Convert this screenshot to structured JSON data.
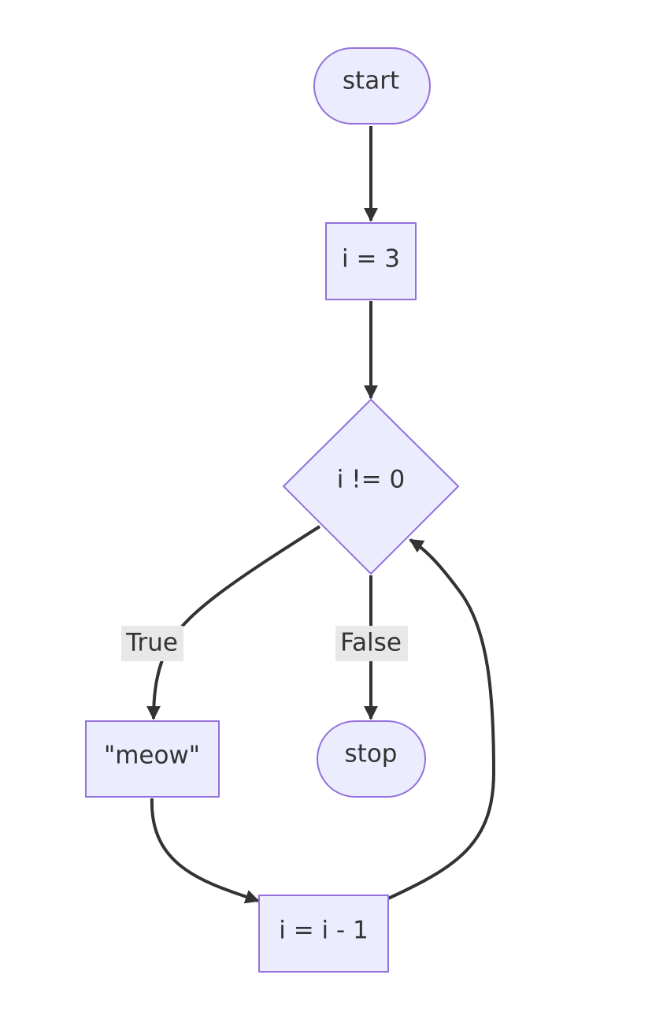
{
  "diagram": {
    "nodes": {
      "start": "start",
      "init": "i = 3",
      "decision": "i != 0",
      "meow": "\"meow\"",
      "stop": "stop",
      "decrement": "i = i - 1"
    },
    "edges": {
      "true_label": "True",
      "false_label": "False"
    },
    "colors": {
      "node_fill": "#ECECFF",
      "node_stroke": "#9370DB",
      "edge": "#333333",
      "edge_label_bg": "#e8e8e8"
    }
  }
}
